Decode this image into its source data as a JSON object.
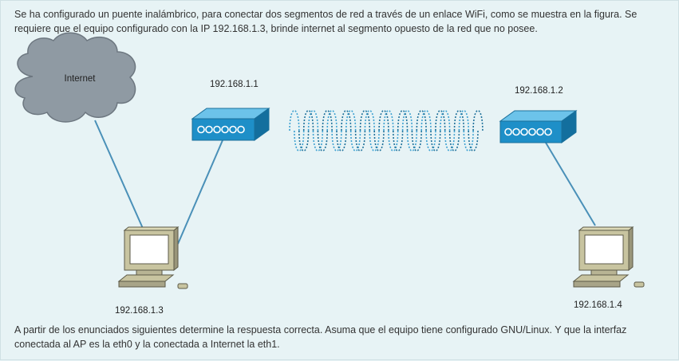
{
  "question": {
    "intro": "Se ha configurado un puente inalámbrico, para conectar dos segmentos de red a través de un enlace WiFi, como se muestra en la figura. Se requiere que el equipo configurado con la IP 192.168.1.3, brinde internet al segmento opuesto de la red que no posee.",
    "outro": "A partir de los enunciados siguientes determine la respuesta correcta. Asuma que el equipo tiene configurado GNU/Linux. Y que la interfaz conectada al AP es la eth0 y la conectada a Internet la eth1."
  },
  "figure": {
    "cloud_label": "Internet",
    "ap1_ip": "192.168.1.1",
    "ap2_ip": "192.168.1.2",
    "pc1_ip": "192.168.1.3",
    "pc2_ip": "192.168.1.4"
  },
  "colors": {
    "background": "#e7f3f5",
    "cloud": "#8f9aa3",
    "ap_blue": "#1e8fc8",
    "link": "#4a90b8",
    "wifi": "#3a9fd0"
  }
}
